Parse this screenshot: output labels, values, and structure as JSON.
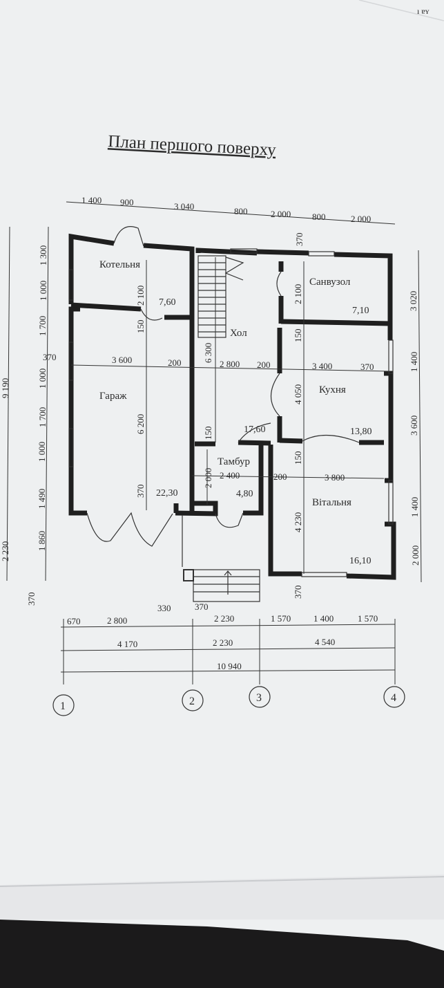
{
  "title": "План першого поверху",
  "corner_mark": "ı ɐʏ",
  "rooms": {
    "boiler": {
      "name": "Котельня",
      "area": "7,60"
    },
    "bath": {
      "name": "Санвузол",
      "area": "7,10"
    },
    "hall": {
      "name": "Хол",
      "area": "17,60"
    },
    "kitchen": {
      "name": "Кухня",
      "area": "13,80"
    },
    "garage": {
      "name": "Гараж",
      "area": "22,30"
    },
    "vestibule": {
      "name": "Тамбур",
      "area": "4,80"
    },
    "living": {
      "name": "Вітальня",
      "area": "16,10"
    }
  },
  "dims": {
    "top": [
      "1 400",
      "900",
      "3 040",
      "800",
      "2 000",
      "800",
      "2 000"
    ],
    "top_370": "370",
    "left_inner": [
      "1 300",
      "1 000",
      "1 700",
      "1 000",
      "1 700",
      "1 000",
      "1 490",
      "1 860",
      "370"
    ],
    "left_outer": [
      "9 190",
      "2 230",
      "370"
    ],
    "right": [
      "3 020",
      "1 400",
      "3 600",
      "1 400",
      "2 000"
    ],
    "interior": {
      "d2100a": "2 100",
      "d150a": "150",
      "d6200": "6 200",
      "d370g": "370",
      "d370l": "370",
      "d3600": "3 600",
      "d200a": "200",
      "d6300": "6 300",
      "d2800": "2 800",
      "d200b": "200",
      "d3400": "3 400",
      "d370r": "370",
      "d2100b": "2 100",
      "d150b": "150",
      "d4050": "4 050",
      "d150c": "150",
      "d150d": "150",
      "d2000": "2 000",
      "d2400": "2 400",
      "d200c": "200",
      "d3800": "3 800",
      "d4230": "4 230",
      "d370b": "370"
    },
    "bottom1": [
      "670",
      "2 800",
      "330",
      "370",
      "2 230",
      "1 570",
      "1 400",
      "1 570"
    ],
    "bottom2": [
      "4 170",
      "2 230",
      "4 540"
    ],
    "total": "10 940"
  },
  "axes": [
    "1",
    "2",
    "3",
    "4"
  ]
}
